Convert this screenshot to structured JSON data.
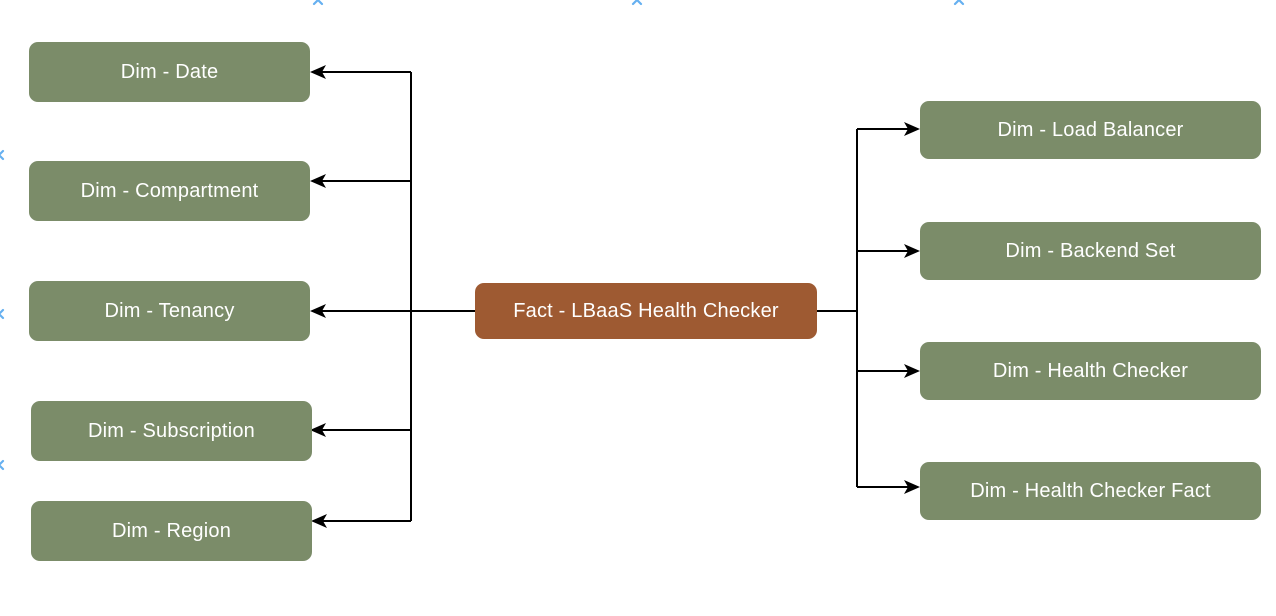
{
  "diagram": {
    "type": "star-schema",
    "fact": {
      "label": "Fact - LBaaS Health Checker",
      "fill_color": "#9e5a32",
      "text_color": "#ffffff"
    },
    "left_dimensions": [
      {
        "label": "Dim - Date"
      },
      {
        "label": "Dim - Compartment"
      },
      {
        "label": "Dim - Tenancy"
      },
      {
        "label": "Dim - Subscription"
      },
      {
        "label": "Dim - Region"
      }
    ],
    "right_dimensions": [
      {
        "label": "Dim - Load Balancer"
      },
      {
        "label": "Dim - Backend Set"
      },
      {
        "label": "Dim - Health Checker"
      },
      {
        "label": "Dim - Health Checker Fact"
      }
    ],
    "dimension_fill_color": "#7b8c69",
    "dimension_text_color": "#ffffff",
    "connector_color": "#000000",
    "canvas_marker_color": "#66b0f0",
    "relationships": [
      {
        "from": "Fact - LBaaS Health Checker",
        "to": "Dim - Date"
      },
      {
        "from": "Fact - LBaaS Health Checker",
        "to": "Dim - Compartment"
      },
      {
        "from": "Fact - LBaaS Health Checker",
        "to": "Dim - Tenancy"
      },
      {
        "from": "Fact - LBaaS Health Checker",
        "to": "Dim - Subscription"
      },
      {
        "from": "Fact - LBaaS Health Checker",
        "to": "Dim - Region"
      },
      {
        "from": "Fact - LBaaS Health Checker",
        "to": "Dim - Load Balancer"
      },
      {
        "from": "Fact - LBaaS Health Checker",
        "to": "Dim - Backend Set"
      },
      {
        "from": "Fact - LBaaS Health Checker",
        "to": "Dim - Health Checker"
      },
      {
        "from": "Fact - LBaaS Health Checker",
        "to": "Dim - Health Checker Fact"
      }
    ]
  }
}
